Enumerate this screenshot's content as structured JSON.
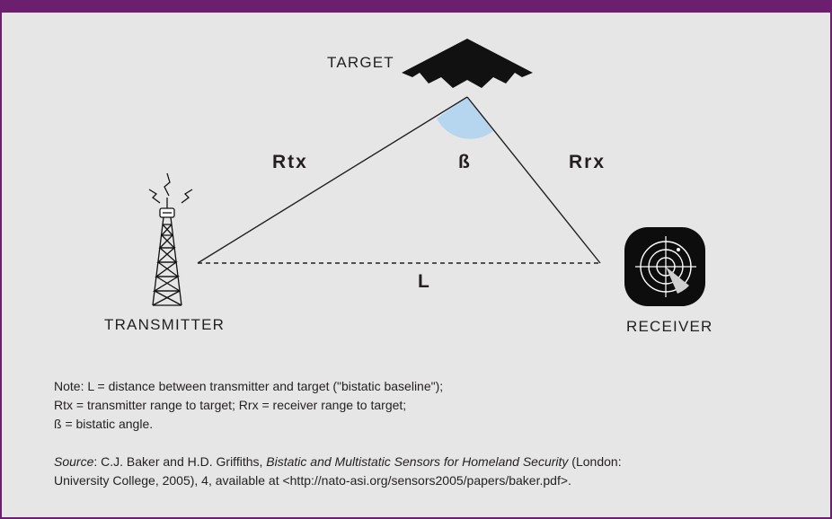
{
  "colors": {
    "frame": "#6b1f6e",
    "background": "#e6e6e7",
    "angle_fill": "#b6d6f0",
    "ink": "#231f20"
  },
  "diagram": {
    "target_label": "TARGET",
    "transmitter_label": "TRANSMITTER",
    "receiver_label": "RECEIVER",
    "rtx_label": "Rtx",
    "rrx_label": "Rrx",
    "angle_label": "ß",
    "baseline_label": "L",
    "icons": [
      "stealth-aircraft-icon",
      "radio-tower-icon",
      "radar-scope-icon"
    ]
  },
  "notes": {
    "line1": "Note: L = distance between transmitter and target (\"bistatic baseline\");",
    "line2": "Rtx = transmitter range to target; Rrx = receiver range to target;",
    "line3": "ß = bistatic angle.",
    "source_label": "Source",
    "source_authors": ": C.J. Baker and H.D. Griffiths, ",
    "source_title": "Bistatic and Multistatic Sensors for Homeland Security",
    "source_rest_1": " (London:",
    "source_rest_2": "University College, 2005), 4, available at <http://nato-asi.org/sensors2005/papers/baker.pdf>."
  }
}
